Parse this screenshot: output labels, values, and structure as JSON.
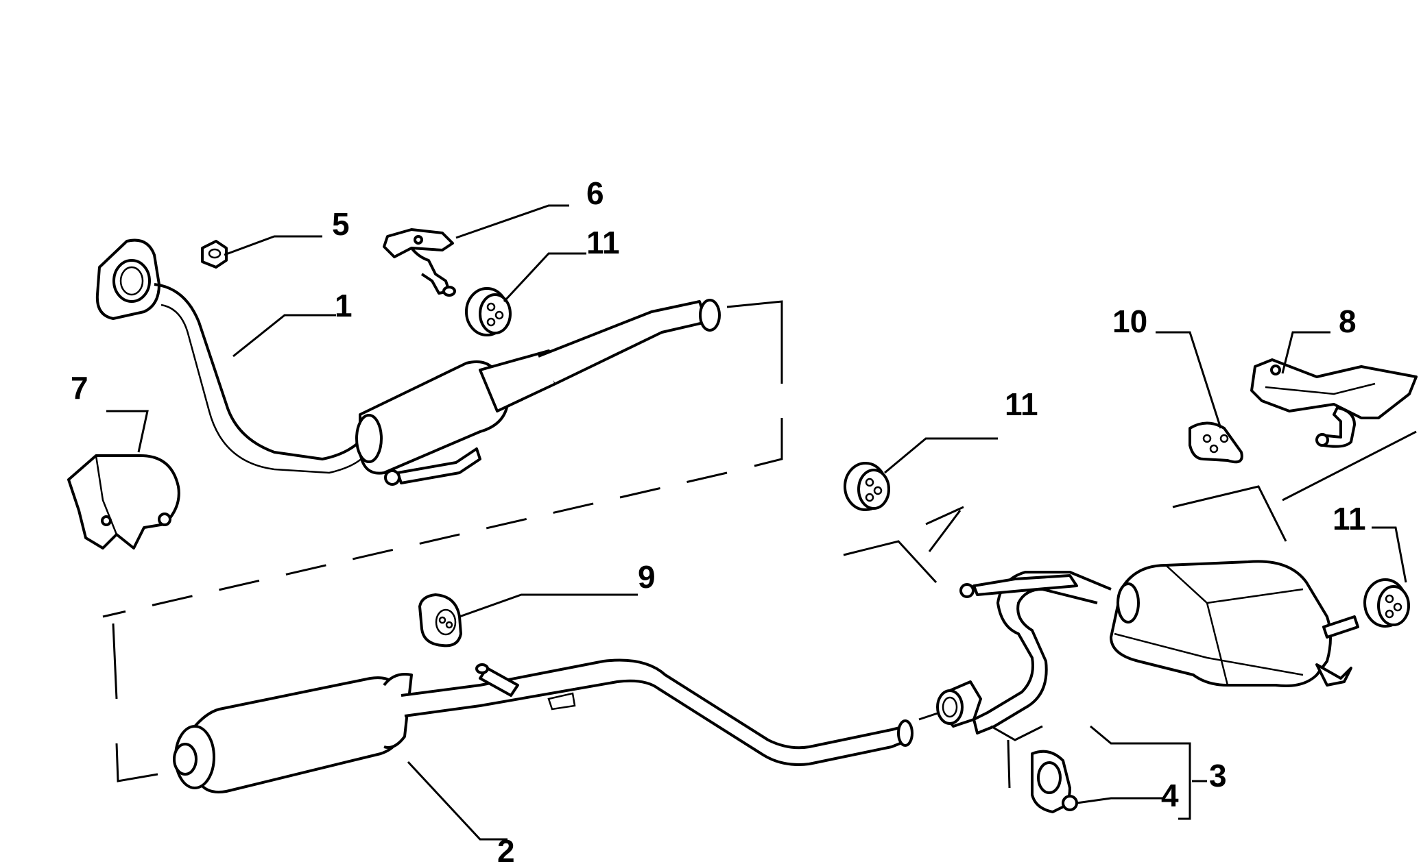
{
  "diagram": {
    "callouts": {
      "c1": "1",
      "c2": "2",
      "c3": "3",
      "c4": "4",
      "c5": "5",
      "c6": "6",
      "c7": "7",
      "c8": "8",
      "c9": "9",
      "c10": "10",
      "c11a": "11",
      "c11b": "11",
      "c11c": "11"
    }
  }
}
